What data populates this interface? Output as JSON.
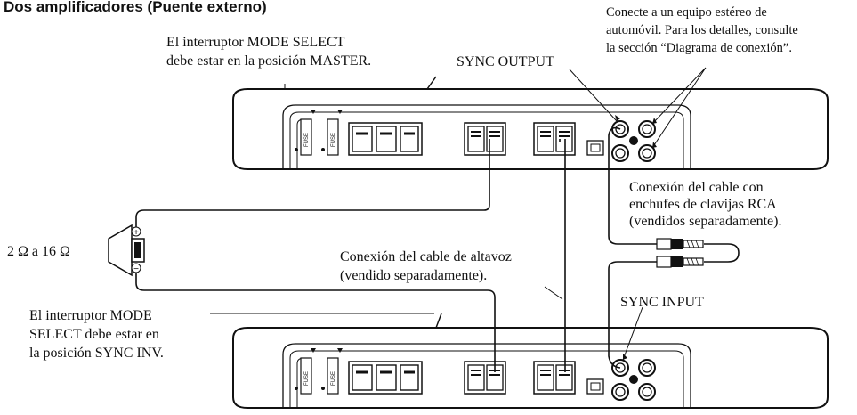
{
  "title": "Dos amplificadores (Puente externo)",
  "labels": {
    "master_note": [
      "El interruptor MODE SELECT",
      "debe estar en la posición MASTER."
    ],
    "stereo_note": [
      "Conecte a un equipo estéreo de",
      "automóvil. Para los detalles, consulte",
      "la sección “Diagrama de conexión”."
    ],
    "sync_output": "SYNC OUTPUT",
    "rca_note": [
      "Conexión del cable con",
      "enchufes de clavijas RCA",
      "(vendidos separadamente)."
    ],
    "impedance": "2 Ω a 16 Ω",
    "speaker_cable": [
      "Conexión del cable de altavoz",
      "(vendido separadamente)."
    ],
    "sync_input": "SYNC INPUT",
    "sync_inv_note": [
      "El interruptor MODE",
      "SELECT debe estar en",
      "la posición SYNC INV."
    ]
  },
  "amplifier": {
    "fuse_label": "FUSE",
    "polarity_plus": "+",
    "polarity_minus": "−"
  },
  "colors": {
    "line": "#111111",
    "background": "#ffffff",
    "panel": "#f4f4f4"
  }
}
